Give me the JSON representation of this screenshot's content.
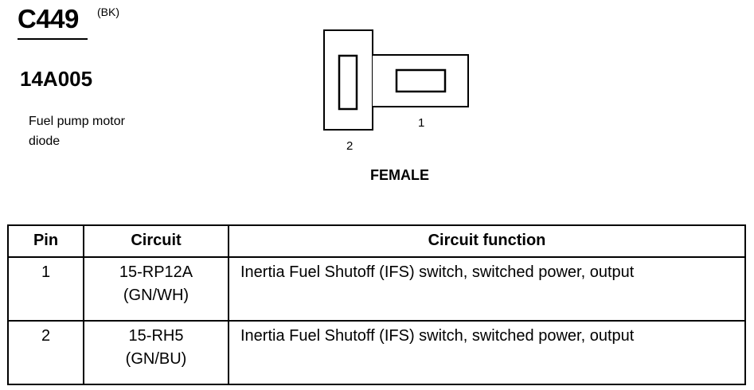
{
  "connector": {
    "id": "C449",
    "color_code": "(BK)",
    "part_number": "14A005",
    "description_lines": [
      "Fuel pump motor",
      "diode"
    ],
    "view": "FEMALE"
  },
  "pins": {
    "pin1": "1",
    "pin2": "2"
  },
  "table": {
    "headers": [
      "Pin",
      "Circuit",
      "Circuit function"
    ],
    "rows": [
      {
        "pin": "1",
        "circuit": "15-RP12A",
        "wire_color": "(GN/WH)",
        "function": "Inertia Fuel Shutoff (IFS) switch, switched power, output"
      },
      {
        "pin": "2",
        "circuit": "15-RH5",
        "wire_color": "(GN/BU)",
        "function": "Inertia Fuel Shutoff (IFS) switch, switched power, output"
      }
    ]
  }
}
